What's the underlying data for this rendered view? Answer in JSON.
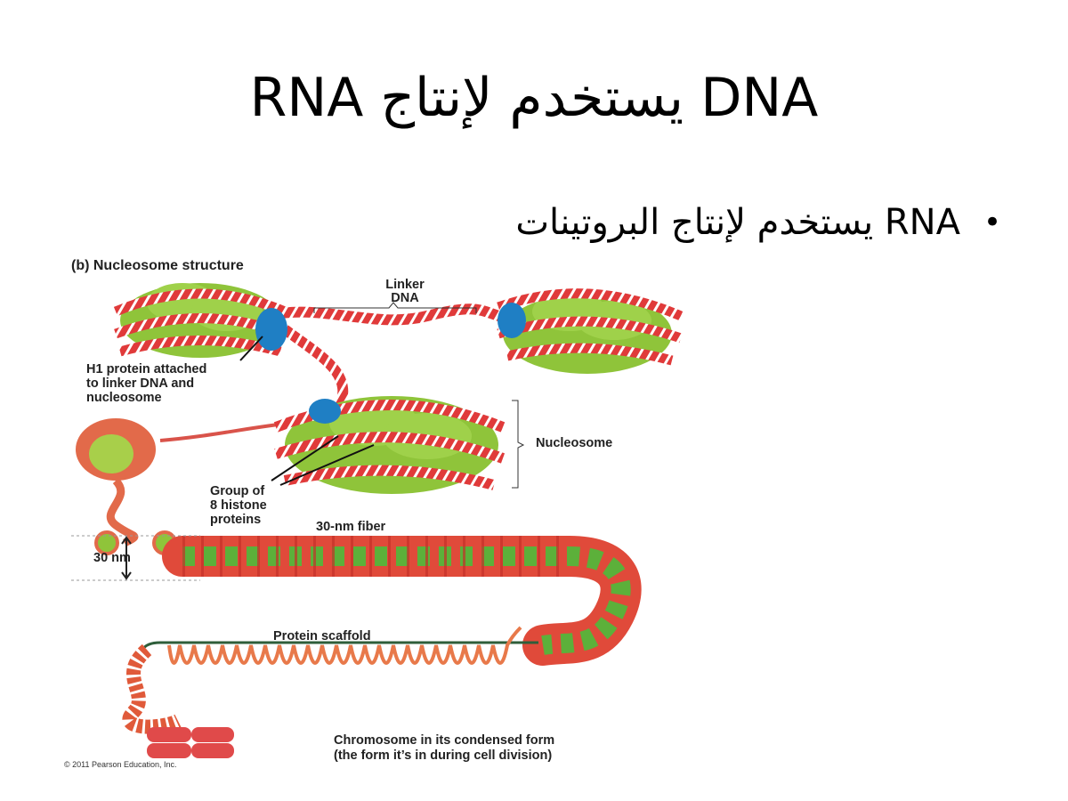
{
  "slide": {
    "title": "DNA يستخدم لإنتاج RNA",
    "bullet": "RNA يستخدم لإنتاج البروتينات"
  },
  "diagram": {
    "heading": "(b) Nucleosome structure",
    "linker_dna": [
      "Linker",
      "DNA"
    ],
    "h1_label": [
      "H1 protein attached",
      "to linker DNA and",
      "nucleosome"
    ],
    "nucleosome": "Nucleosome",
    "histone_label": [
      "Group of",
      "8 histone",
      "proteins"
    ],
    "fiber": "30-nm fiber",
    "nm_label": "30 nm",
    "scaffold": "Protein scaffold",
    "chromosome_label": [
      "Chromosome in its condensed form",
      "(the form it’s in during cell division)"
    ],
    "copyright": "© 2011 Pearson Education, Inc."
  },
  "colors": {
    "dna": "#e03a3a",
    "histone": "#8fc43a",
    "h1": "#1f7fc4",
    "scaffold": "#2e5e3a",
    "loop": "#e8794a"
  }
}
